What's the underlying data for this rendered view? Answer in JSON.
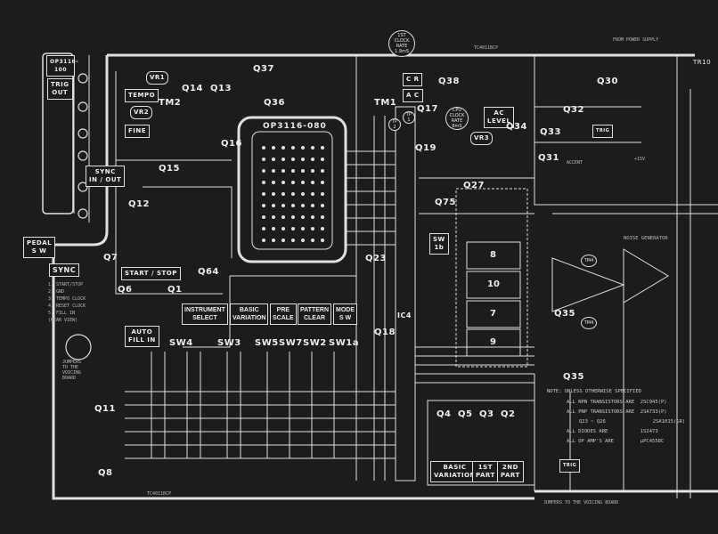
{
  "title_chip": "OP3116-100",
  "matrix_chip": "OP3116-080",
  "ic4": "IC4",
  "boxes": {
    "trig_out": "TRIG\nOUT",
    "tempo": "TEMPO",
    "fine": "FINE",
    "vr1": "VR1",
    "vr2": "VR2",
    "vr3": "VR3",
    "tm2": "TM2",
    "tm1": "TM1",
    "sync_in_out": "SYNC\nIN / OUT",
    "pedal_sw": "PEDAL\nS W",
    "sync": "SYNC",
    "start_stop": "START / STOP",
    "auto_fill_in": "AUTO\nFILL IN",
    "instrument_select": "INSTRUMENT\nSELECT",
    "basic_variation": "BASIC\nVARIATION",
    "pre_scale": "PRE\nSCALE",
    "pattern_clear": "PATTERN\nCLEAR",
    "mode_sw": "MODE\nS W",
    "cr": "C R",
    "ac": "A C",
    "ac_level": "AC\nLEVEL",
    "basic_variation_2": "BASIC\nVARIATION",
    "first_part": "1ST\nPART",
    "second_part": "2ND\nPART",
    "trig_1": "TRIG",
    "trig_2": "TRIG",
    "sw1b": "SW\n1b"
  },
  "circles": {
    "first_clock": "1ST\nCLOCK\nRATE\n1.9mS",
    "cpu_clock": "CPU\nCLOCK\nRATE\n8mS",
    "tp1": "TP\n1",
    "tp2": "TP\n2",
    "tm4a": "TM4",
    "tm4b": "TM4"
  },
  "transistors": [
    "Q37",
    "Q36",
    "Q14",
    "Q13",
    "Q16",
    "Q15",
    "Q12",
    "Q7",
    "Q6",
    "Q1",
    "Q64",
    "Q38",
    "Q30",
    "Q17",
    "Q19",
    "Q27",
    "Q75",
    "Q23",
    "Q34",
    "Q33",
    "Q32",
    "Q31",
    "Q35",
    "Q35",
    "Q18",
    "Q11",
    "Q8",
    "Q4",
    "Q5",
    "Q3",
    "Q2"
  ],
  "switches": [
    "SW4",
    "SW3",
    "SW5",
    "SW7",
    "SW2",
    "SW1a"
  ],
  "ic_blocks": [
    "8",
    "10",
    "7",
    "9"
  ],
  "small_text": {
    "from_power_supply": "FROM POWER SUPPLY",
    "tc4011": "TC4011BCP",
    "tc4011b": "TC4011BCP",
    "tr10": "TR10",
    "noise_generator": "NOISE GENERATOR",
    "accent": "ACCENT",
    "to_voicing": "JUMPERS TO THE VOICING BOARD",
    "to_voicing_left": "JUMPERS\nTO THE\nVOICING\nBOARD",
    "plus15": "+15V",
    "sync_list": "1. START/STOP\n2. GND\n3. TEMPO CLOCK\n4. RESET CLOCK\n5. FILL IN\n(REAR VIEW)"
  },
  "notes": [
    "NOTE: UNLESS OTHERWISE SPECIFIED",
    "ALL NPN TRANSISTORS ARE  2SC945(P)",
    "ALL PNP TRANSISTORS ARE  2SA733(P)",
    "Q23 ~ Q26                2SA1015(GR)",
    "ALL DIODES ARE           1S2473",
    "ALL OP AMP'S ARE         µPC4558C"
  ]
}
